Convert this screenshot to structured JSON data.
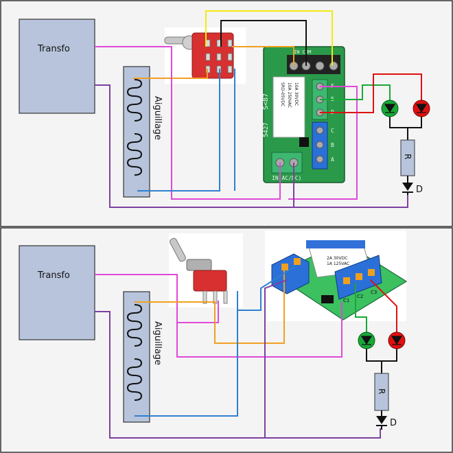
{
  "panels": [
    {
      "transfo_label": "Transfo",
      "aiguillage_label": "Aiguillage",
      "board_code": "5427",
      "board_brand": "S<87",
      "board_input_label": "IN(AC/DC)",
      "board_terminal_labels": [
        "A",
        "B",
        "C",
        "D",
        "E",
        "F"
      ],
      "board_top_label": "IN COM",
      "relay_text": [
        "SRD-05VDC",
        "10A 250VAC",
        "10A 30VDC"
      ],
      "resistor_label": "R",
      "diode_label": "D"
    },
    {
      "transfo_label": "Transfo",
      "aiguillage_label": "Aiguillage",
      "board_terminal_labels": [
        "C1",
        "C2",
        "C3"
      ],
      "relay_text": [
        "2A 30VDC",
        "1A 125VAC"
      ],
      "resistor_label": "R",
      "diode_label": "D"
    }
  ],
  "colors": {
    "transfo_fill": "#b7c4dc",
    "coil_fill": "#b7c4dc",
    "magenta": "#e048d8",
    "purple": "#7d3fa0",
    "orange": "#f0a020",
    "blue": "#2f7fd0",
    "black": "#111111",
    "yellow": "#f2ea10",
    "red": "#e01010",
    "green": "#18a838",
    "pcb_green": "#2a9a4a",
    "switch_red": "#d83030"
  }
}
